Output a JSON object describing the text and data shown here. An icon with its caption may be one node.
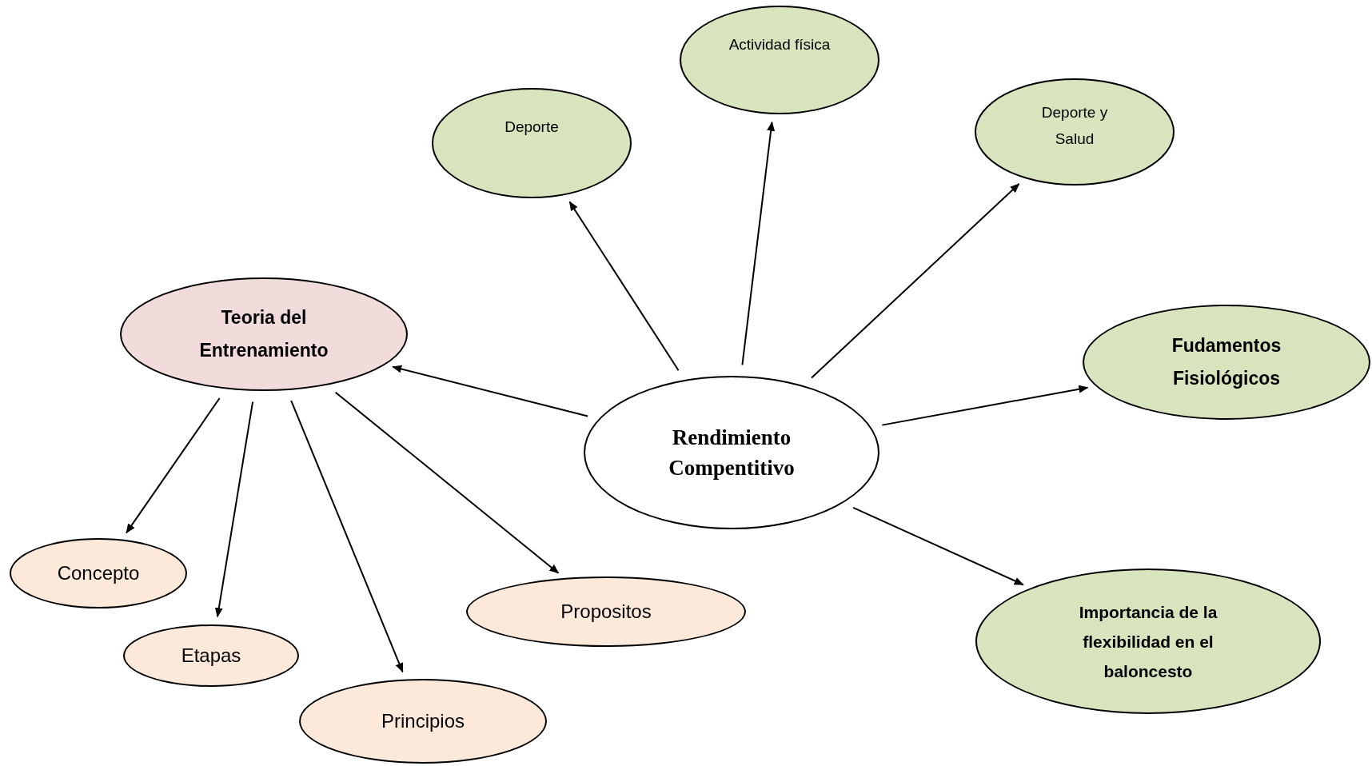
{
  "diagram": {
    "nodes": [
      {
        "text": [
          "Rendimiento Compentitivo"
        ]
      },
      {
        "text": [
          "Deporte"
        ]
      },
      {
        "text": [
          "Actividad física"
        ]
      },
      {
        "text": [
          "Deporte y Salud"
        ]
      },
      {
        "text": [
          "Teoria del Entrenamiento"
        ]
      },
      {
        "text": [
          "Fudamentos Fisiológicos"
        ]
      },
      {
        "text": [
          "Importancia de la flexibilidad en el baloncesto"
        ]
      },
      {
        "text": [
          "Concepto"
        ]
      },
      {
        "text": [
          "Etapas"
        ]
      },
      {
        "text": [
          "Principios"
        ]
      },
      {
        "text": [
          "Propositos"
        ]
      }
    ],
    "edges": [
      {
        "from": 0,
        "to": 1,
        "arrow": "to"
      },
      {
        "from": 0,
        "to": 2,
        "arrow": "to"
      },
      {
        "from": 0,
        "to": 3,
        "arrow": "to"
      },
      {
        "from": 0,
        "to": 4,
        "arrow": "to"
      },
      {
        "from": 0,
        "to": 5,
        "arrow": "to"
      },
      {
        "from": 0,
        "to": 6,
        "arrow": "to"
      },
      {
        "from": 4,
        "to": 7,
        "arrow": "to"
      },
      {
        "from": 4,
        "to": 8,
        "arrow": "to"
      },
      {
        "from": 4,
        "to": 9,
        "arrow": "to"
      },
      {
        "from": 4,
        "to": 10,
        "arrow": "to"
      }
    ]
  }
}
